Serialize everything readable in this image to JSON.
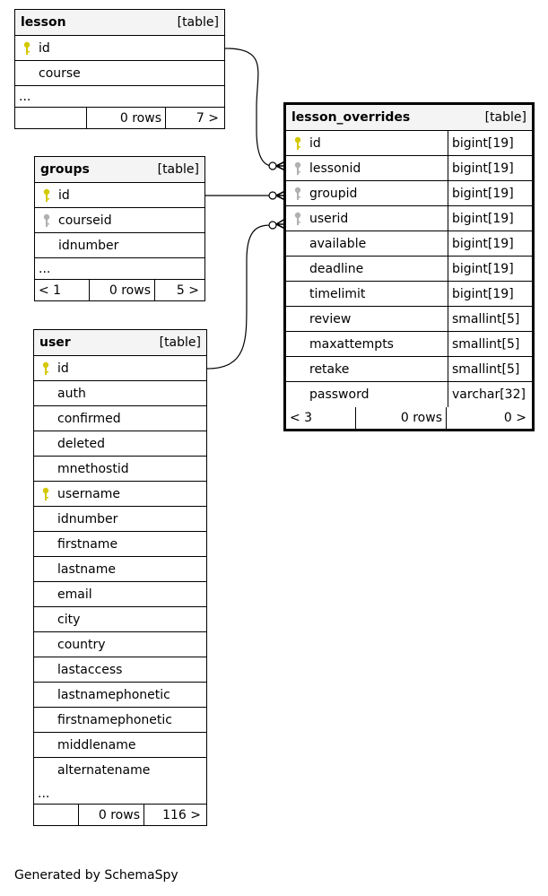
{
  "tables": {
    "lesson": {
      "name": "lesson",
      "type": "[table]",
      "columns": [
        {
          "name": "id",
          "key": "primary"
        },
        {
          "name": "course",
          "key": "none"
        }
      ],
      "ellipsis": "...",
      "footer": {
        "left": "",
        "rows": "0 rows",
        "right": "7 >"
      }
    },
    "groups": {
      "name": "groups",
      "type": "[table]",
      "columns": [
        {
          "name": "id",
          "key": "primary"
        },
        {
          "name": "courseid",
          "key": "foreign"
        },
        {
          "name": "idnumber",
          "key": "none"
        }
      ],
      "ellipsis": "...",
      "footer": {
        "left": "< 1",
        "rows": "0 rows",
        "right": "5 >"
      }
    },
    "user": {
      "name": "user",
      "type": "[table]",
      "columns": [
        {
          "name": "id",
          "key": "primary"
        },
        {
          "name": "auth",
          "key": "none"
        },
        {
          "name": "confirmed",
          "key": "none"
        },
        {
          "name": "deleted",
          "key": "none"
        },
        {
          "name": "mnethostid",
          "key": "none"
        },
        {
          "name": "username",
          "key": "primary"
        },
        {
          "name": "idnumber",
          "key": "none"
        },
        {
          "name": "firstname",
          "key": "none"
        },
        {
          "name": "lastname",
          "key": "none"
        },
        {
          "name": "email",
          "key": "none"
        },
        {
          "name": "city",
          "key": "none"
        },
        {
          "name": "country",
          "key": "none"
        },
        {
          "name": "lastaccess",
          "key": "none"
        },
        {
          "name": "lastnamephonetic",
          "key": "none"
        },
        {
          "name": "firstnamephonetic",
          "key": "none"
        },
        {
          "name": "middlename",
          "key": "none"
        },
        {
          "name": "alternatename",
          "key": "none"
        }
      ],
      "ellipsis": "...",
      "footer": {
        "left": "",
        "rows": "0 rows",
        "right": "116 >"
      }
    },
    "lesson_overrides": {
      "name": "lesson_overrides",
      "type": "[table]",
      "columns": [
        {
          "name": "id",
          "key": "primary",
          "type": "bigint[19]"
        },
        {
          "name": "lessonid",
          "key": "foreign",
          "type": "bigint[19]"
        },
        {
          "name": "groupid",
          "key": "foreign",
          "type": "bigint[19]"
        },
        {
          "name": "userid",
          "key": "foreign",
          "type": "bigint[19]"
        },
        {
          "name": "available",
          "key": "none",
          "type": "bigint[19]"
        },
        {
          "name": "deadline",
          "key": "none",
          "type": "bigint[19]"
        },
        {
          "name": "timelimit",
          "key": "none",
          "type": "bigint[19]"
        },
        {
          "name": "review",
          "key": "none",
          "type": "smallint[5]"
        },
        {
          "name": "maxattempts",
          "key": "none",
          "type": "smallint[5]"
        },
        {
          "name": "retake",
          "key": "none",
          "type": "smallint[5]"
        },
        {
          "name": "password",
          "key": "none",
          "type": "varchar[32]"
        }
      ],
      "footer": {
        "left": "< 3",
        "rows": "0 rows",
        "right": "0 >"
      }
    }
  },
  "relations": [
    {
      "from": "lesson.id",
      "to": "lesson_overrides.lessonid"
    },
    {
      "from": "groups.id",
      "to": "lesson_overrides.groupid"
    },
    {
      "from": "user.id",
      "to": "lesson_overrides.userid"
    }
  ],
  "colors": {
    "primary_key": "#d4c800",
    "foreign_key": "#b0b0b0",
    "header_bg": "#f4f4f4"
  },
  "generated_by": "Generated by SchemaSpy"
}
